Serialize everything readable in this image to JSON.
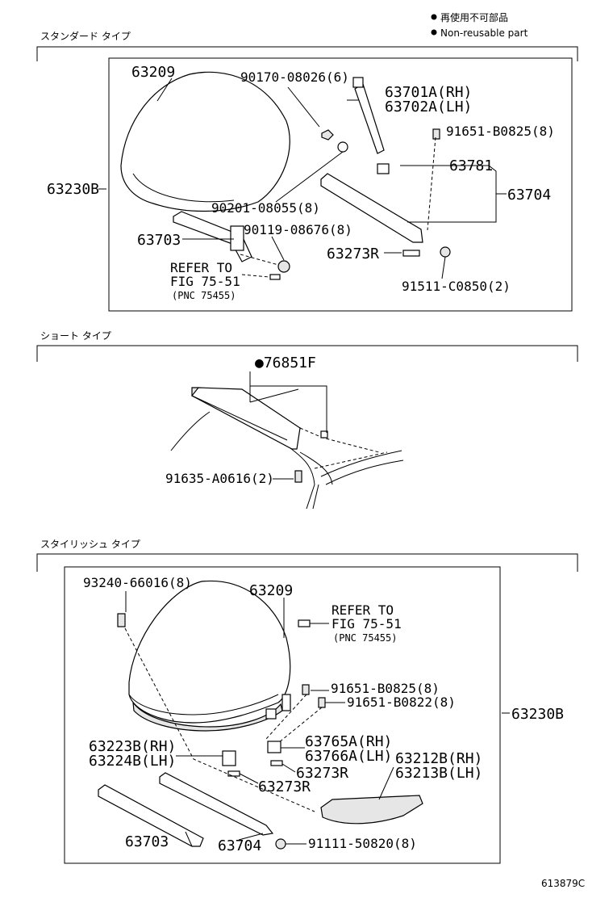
{
  "legend": {
    "non_reusable_jp": "再使用不可部品",
    "non_reusable_en": "Non-reusable part"
  },
  "sections": {
    "standard": "スタンダード タイプ",
    "short": "ショート タイプ",
    "stylish": "スタイリッシュ タイプ"
  },
  "standard": {
    "p63209": "63209",
    "p90170": "90170-08026(6)",
    "p63701": "63701A(RH)",
    "p63702": "63702A(LH)",
    "p91651": "91651-B0825(8)",
    "p63781": "63781",
    "p63230B": "63230B",
    "p63704": "63704",
    "p90201": "90201-08055(8)",
    "p63703": "63703",
    "p90119": "90119-08676(8)",
    "p63273R": "63273R",
    "refer1": "REFER TO",
    "refer2": "FIG 75-51",
    "refer3": "(PNC 75455)",
    "p91511": "91511-C0850(2)"
  },
  "short": {
    "p76851F": "●76851F",
    "p91635": "91635-A0616(2)"
  },
  "stylish": {
    "p93240": "93240-66016(8)",
    "p63209": "63209",
    "refer1": "REFER TO",
    "refer2": "FIG 75-51",
    "refer3": "(PNC 75455)",
    "p91651a": "91651-B0825(8)",
    "p91651b": "91651-B0822(8)",
    "p63230B": "63230B",
    "p63223B": "63223B(RH)",
    "p63224B": "63224B(LH)",
    "p63765A": "63765A(RH)",
    "p63766A": "63766A(LH)",
    "p63212B": "63212B(RH)",
    "p63213B": "63213B(LH)",
    "p63273R_a": "63273R",
    "p63273R_b": "63273R",
    "p63703": "63703",
    "p63704": "63704",
    "p91111": "91111-50820(8)"
  },
  "footer": {
    "fig_id": "613879C"
  }
}
